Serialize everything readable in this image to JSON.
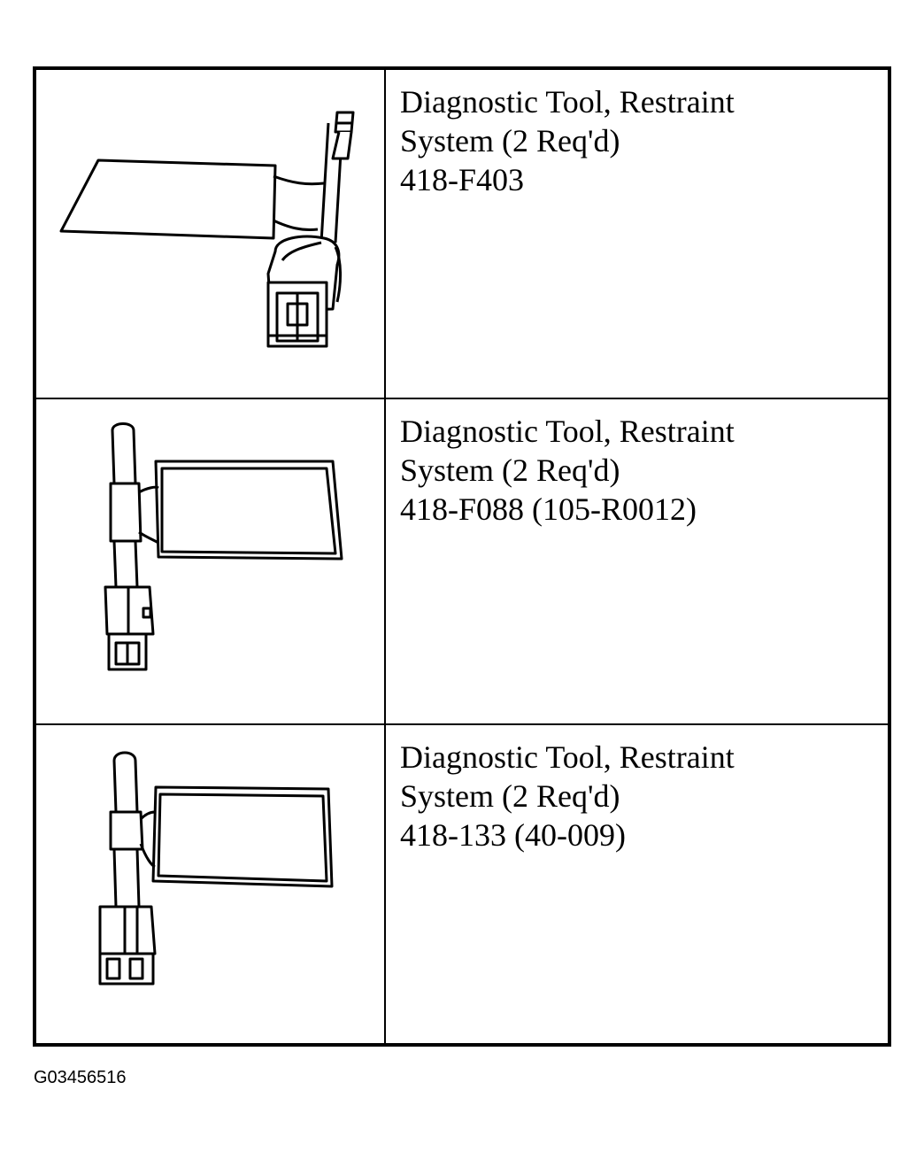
{
  "tools": [
    {
      "name": "Diagnostic Tool, Restraint",
      "qty": "System (2 Req'd)",
      "part": "418-F403",
      "icon": "restraint-diagnostic-tool-icon"
    },
    {
      "name": "Diagnostic Tool, Restraint",
      "qty": "System (2 Req'd)",
      "part": "418-F088 (105-R0012)",
      "icon": "restraint-diagnostic-tool-icon"
    },
    {
      "name": "Diagnostic Tool, Restraint",
      "qty": "System (2 Req'd)",
      "part": "418-133 (40-009)",
      "icon": "restraint-diagnostic-tool-icon"
    }
  ],
  "figure_id": "G03456516"
}
